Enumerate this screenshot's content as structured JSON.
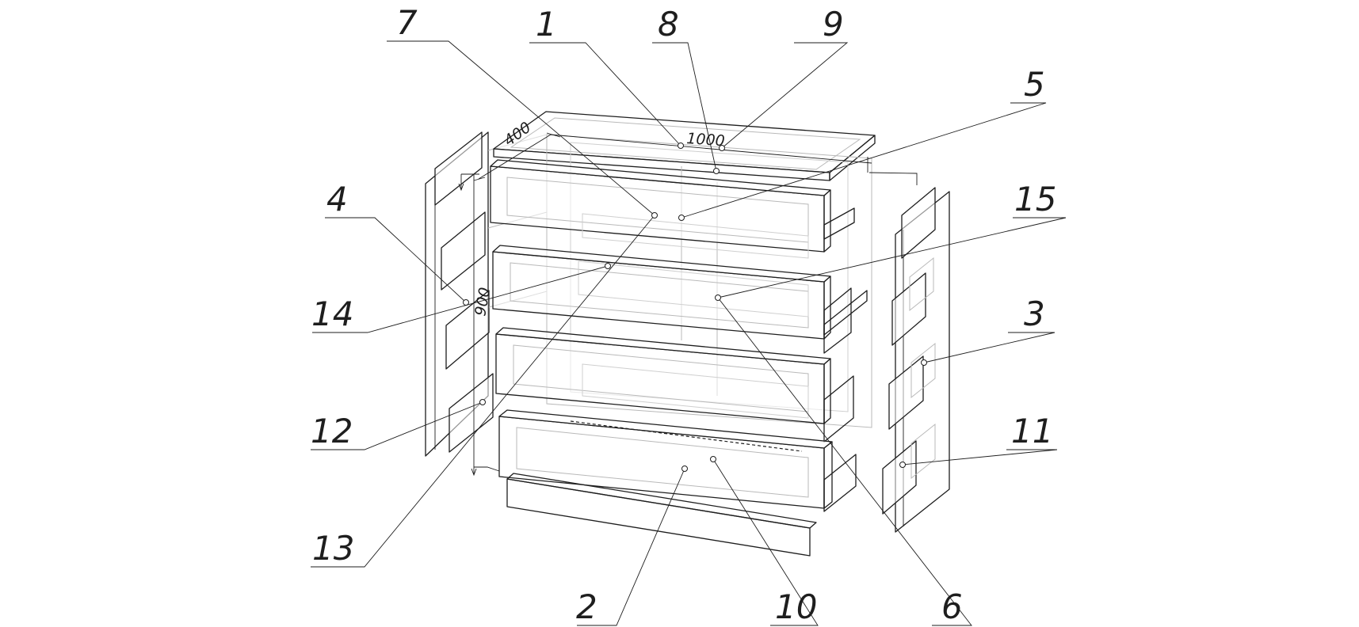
{
  "callouts": [
    {
      "id": "c1",
      "label": "1"
    },
    {
      "id": "c2",
      "label": "2"
    },
    {
      "id": "c3",
      "label": "3"
    },
    {
      "id": "c4",
      "label": "4"
    },
    {
      "id": "c5",
      "label": "5"
    },
    {
      "id": "c6",
      "label": "6"
    },
    {
      "id": "c7",
      "label": "7"
    },
    {
      "id": "c8",
      "label": "8"
    },
    {
      "id": "c9",
      "label": "9"
    },
    {
      "id": "c10",
      "label": "10"
    },
    {
      "id": "c11",
      "label": "11"
    },
    {
      "id": "c12",
      "label": "12"
    },
    {
      "id": "c13",
      "label": "13"
    },
    {
      "id": "c14",
      "label": "14"
    },
    {
      "id": "c15",
      "label": "15"
    }
  ],
  "dimensions": {
    "width": "1000",
    "depth": "400",
    "height": "900"
  }
}
